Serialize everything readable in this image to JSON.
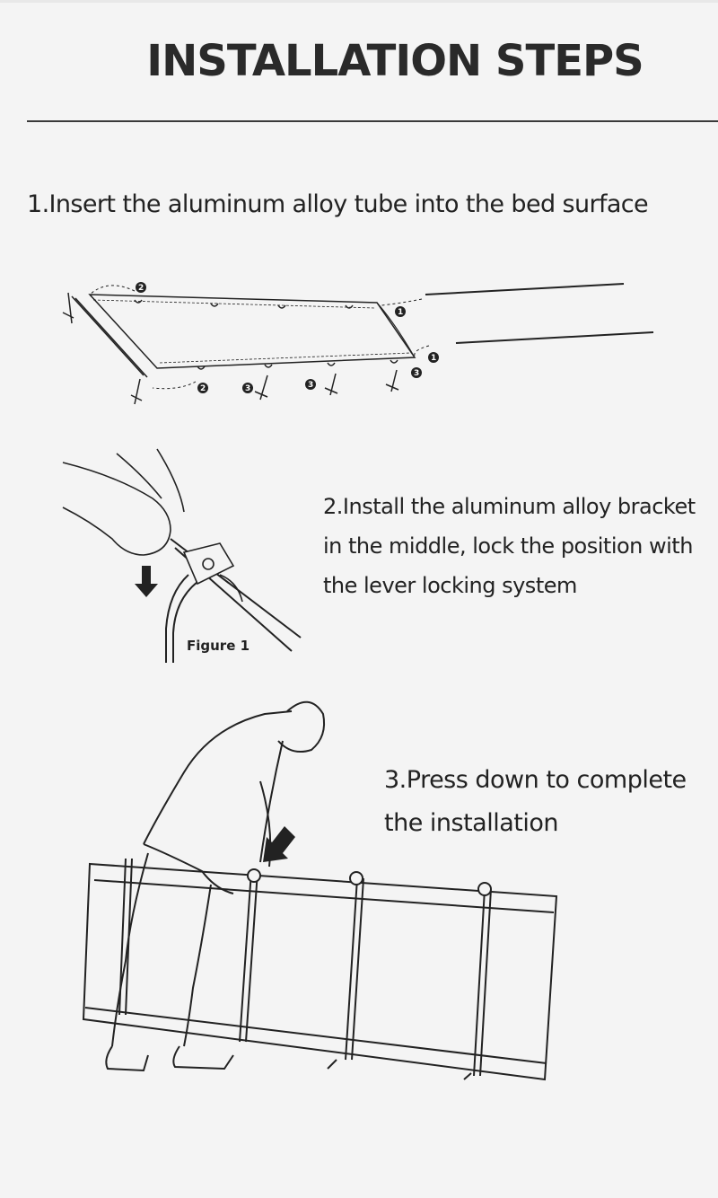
{
  "title": "INSTALLATION STEPS",
  "steps": [
    {
      "lines": [
        "1.Insert the aluminum alloy tube into the bed surface"
      ]
    },
    {
      "lines": [
        "2.Install the aluminum alloy bracket",
        "in the middle, lock the position with",
        "the lever locking system"
      ],
      "figure_label": "Figure 1"
    },
    {
      "lines": [
        "3.Press down to complete",
        "the installation"
      ]
    }
  ],
  "callouts": [
    "1",
    "2",
    "3"
  ]
}
